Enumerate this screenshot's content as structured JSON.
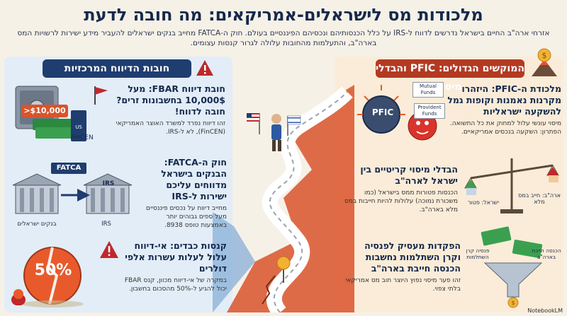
{
  "header": {
    "title": "מלכודות מס לישראלים-אמריקאים: מה חובה לדעת",
    "subtitle": "אזרחי ארה\"ב החיים בישראל נדרשים לדווח ל-IRS על כלל הכנסותיהם ונכסיהם הפיננסיים בעולם. חוק ה-FATCA מחייב בנקים ישראלים להעביר מידע ישירות לרשויות המס בארה\"ב, והתעלמות מהחובות עלולה לגרור קנסות עצומים."
  },
  "left": {
    "banner": "חובות הדיווח המרכזיות",
    "fbar": {
      "title": "חובת דיווח FBAR: מעל 10,000$ בחשבונות זרים? חובה לדווח!",
      "body": "זהו דיווח נפרד למשרד האוצר האמריקאי (FinCEN), לא ל-IRS.",
      "tag": ">$10,000",
      "fincen": "FinCEN"
    },
    "fatca": {
      "title": "חוק ה-FATCA: הבנקים בישראל מדווחים עליכם ישירות ל-IRS",
      "body": "מחייב דיווח על נכסים פיננסיים מעל ספים גבוהים יותר באמצעות טופס 8938.",
      "sign": "FATCA",
      "irs": "IRS",
      "bank_label": "בנקים ישראלים",
      "irs_label": "IRS"
    },
    "penalties": {
      "title": "קנסות כבדים: אי-דיווח עלול לעלות עשרות אלפי דולרים",
      "body": "במקרה של אי-דיווח מכוון, קנס FBAR יכול להגיע ל-50% מהסכום בחשבון.",
      "percent": "50%"
    }
  },
  "right": {
    "banner": "המוקשים הגדולים: PFIC והבדלי מיסוי",
    "pfic": {
      "title": "מלכודת ה-PFIC: היזהרו מקרנות נאמנות וקופות גמל להשקעה ישראליות",
      "body": "מיסוי עונשי עלול למחוק את כל התשואה. הפתרון: השקעה בנכסים אמריקאיים.",
      "badge": "PFIC",
      "tag1": "Mutual Funds",
      "tag2": "Provident Funds"
    },
    "diffs": {
      "title": "הבדלי מיסוי קריטיים בין ישראל לארה\"ב",
      "body": "הכנסות פטורות ממס בישראל (כמו משכורת נמוכה) עלולות להיות חייבות במס מלא בארה\"ב.",
      "israel_label": "ישראל: פטור",
      "usa_label": "ארה\"ב: חייב במס מלא"
    },
    "pension": {
      "title": "הפקדות מעסיק לפנסיה וקרן השתלמות נחשבות הכנסה חייבת בארה\"ב",
      "body": "זהו פער מיסוי נפוץ היוצר חוב מס אמריקאי בלתי צפוי.",
      "label1": "פנסיה קרן השתלמות",
      "label2": "הכנסה חייבת בארה\"ב"
    }
  },
  "footer": {
    "logo": "NotebookLM"
  },
  "colors": {
    "navy": "#1f3d6f",
    "red": "#b33a22",
    "left_bg": "#e2edf7",
    "right_bg": "#faecd8"
  }
}
